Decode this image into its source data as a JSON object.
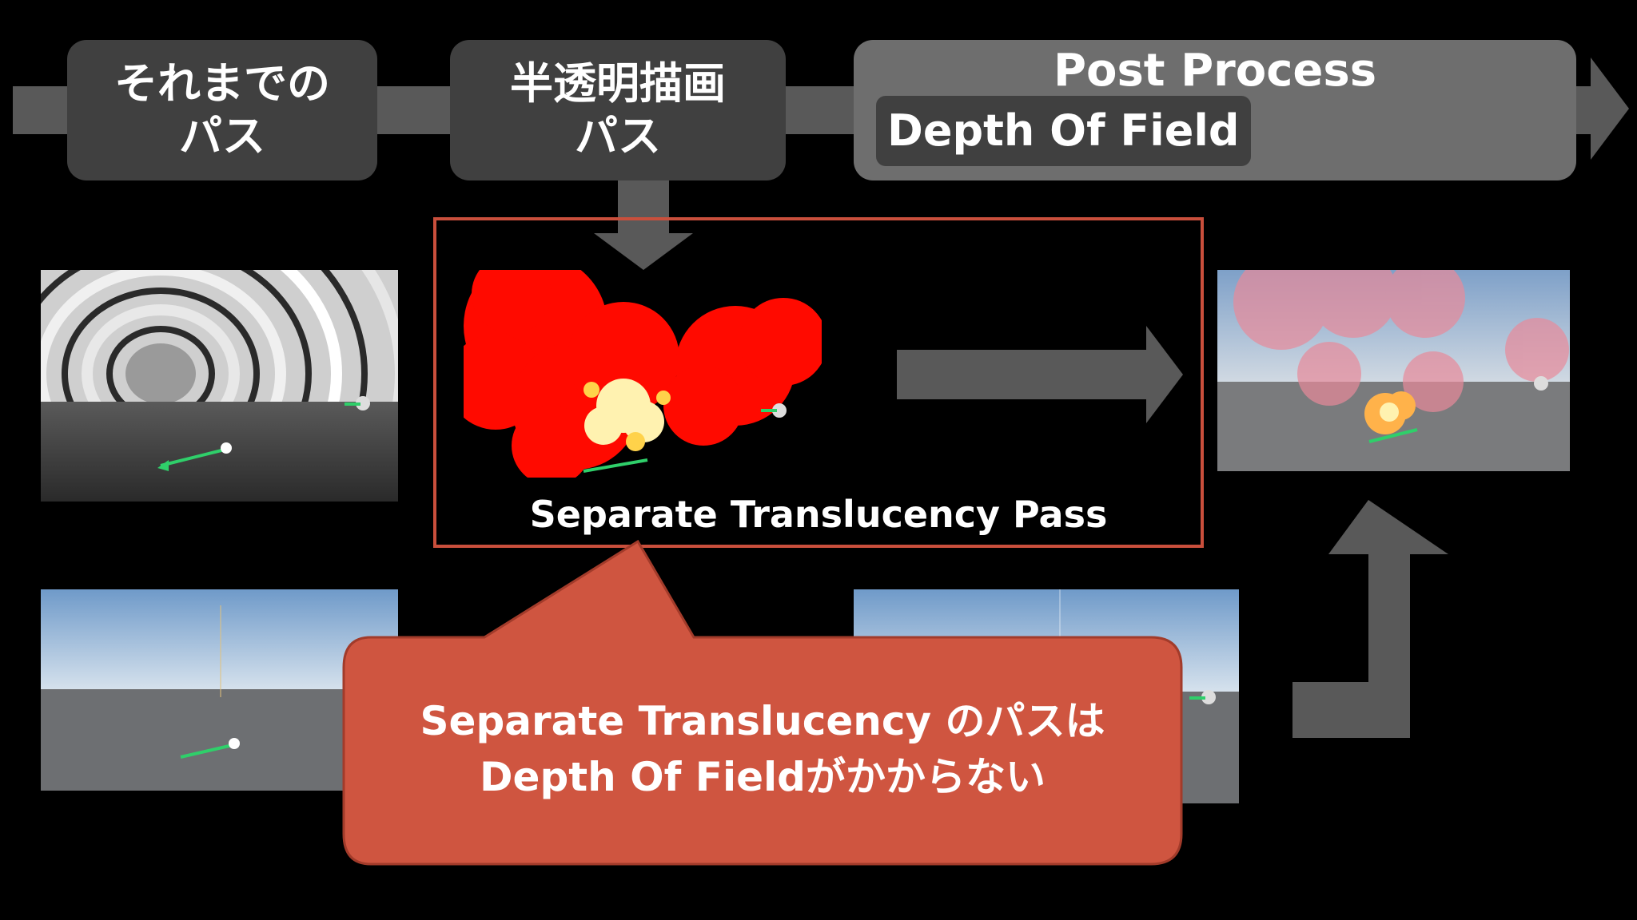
{
  "colors": {
    "background": "#000000",
    "stage_dark": "#404040",
    "stage_light": "#6e6e6e",
    "arrow": "#595959",
    "highlight": "#c94f3c",
    "callout": "#cf5540"
  },
  "pipeline": {
    "stage1": {
      "line1": "それまでの",
      "line2": "パス"
    },
    "stage2": {
      "line1": "半透明描画",
      "line2": "パス"
    },
    "stage3": {
      "title": "Post Process",
      "subtitle": "Depth Of Field"
    }
  },
  "highlight_box": {
    "caption": "Separate Translucency Pass"
  },
  "callout": {
    "line1": "Separate Translucency のパスは",
    "line2": "Depth Of Fieldがかからない"
  }
}
